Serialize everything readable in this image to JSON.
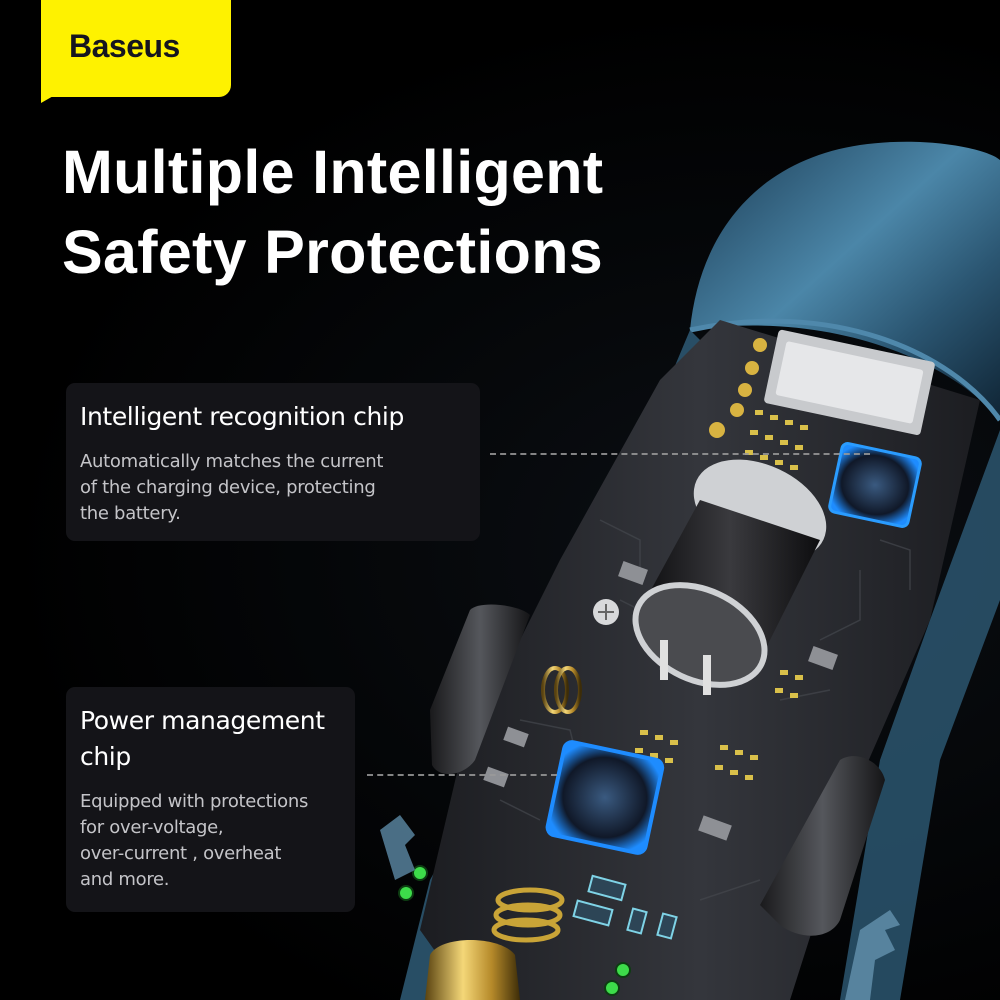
{
  "brand": {
    "logo_text": "Baseus",
    "logo_bg": "#fef200",
    "logo_fg": "#15151f"
  },
  "headline": {
    "line1": "Multiple Intelligent",
    "line2": "Safety Protections"
  },
  "features": [
    {
      "title": "Intelligent recognition chip",
      "description_lines": [
        "Automatically matches the current",
        "of the charging device, protecting",
        "the battery."
      ]
    },
    {
      "title_lines": [
        "Power management",
        "chip"
      ],
      "description_lines": [
        "Equipped with protections",
        "for over-voltage,",
        "over-current , overheat",
        "and more."
      ]
    }
  ],
  "product": {
    "name": "car-charger-cutaway",
    "shell_color": "#2f5b78",
    "pcb_color": "#2a2c31",
    "chip_glow": "#1e8cff",
    "gold": "#c9a437",
    "led_green": "#3ddc4a"
  },
  "colors": {
    "background": "#000000",
    "card_bg": "#141418",
    "card_title": "#ffffff",
    "card_desc": "#c4c4c8",
    "leader_line": "#9a9a9a"
  }
}
